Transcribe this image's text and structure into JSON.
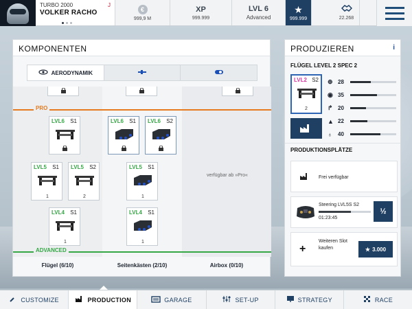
{
  "header": {
    "team": "TURBO 2000",
    "driver": "VOLKER RACHO",
    "money_symbol": "€",
    "money": "999,9 M",
    "xp_label": "XP",
    "xp": "999.999",
    "level": "LVL 6",
    "level_sub": "Advanced",
    "stars_symbol": "★",
    "stars": "999.999",
    "handshake": "22.268",
    "flag_mark": "J"
  },
  "komponenten": {
    "title": "KOMPONENTEN",
    "tabs": [
      {
        "label": "AERODYNAMIK",
        "icon": "eye-wing-icon"
      },
      {
        "label": "",
        "icon": "sidepod-icon"
      },
      {
        "label": "",
        "icon": "airbox-icon"
      }
    ],
    "section_pro": "PRO",
    "section_advanced": "ADVANCED",
    "availability_note": "verfügbar ab »Pro«",
    "cards": [
      {
        "level": "LVL6",
        "spec": "S1",
        "count": ""
      },
      {
        "level": "LVL6",
        "spec": "S1",
        "count": ""
      },
      {
        "level": "LVL6",
        "spec": "S2",
        "count": ""
      },
      {
        "level": "LVL5",
        "spec": "S1",
        "count": "1"
      },
      {
        "level": "LVL5",
        "spec": "S2",
        "count": "2"
      },
      {
        "level": "LVL5",
        "spec": "S1",
        "count": "1"
      },
      {
        "level": "LVL4",
        "spec": "S1",
        "count": "1"
      },
      {
        "level": "LVL4",
        "spec": "S1",
        "count": "1"
      }
    ],
    "footer": [
      "Flügel (6/10)",
      "Seitenkästen (2/10)",
      "Airbox (0/10)"
    ]
  },
  "produzieren": {
    "title": "PRODUZIEREN",
    "info": "i",
    "subtitle": "FLÜGEL LEVEL 2 SPEC 2",
    "card": {
      "level": "LVL2",
      "spec": "S2",
      "count": "2"
    },
    "stats": [
      {
        "icon": "speed-icon",
        "value": "28",
        "fill": 0.45
      },
      {
        "icon": "gauge-icon",
        "value": "35",
        "fill": 0.58
      },
      {
        "icon": "curve-icon",
        "value": "20",
        "fill": 0.35
      },
      {
        "icon": "weight-icon",
        "value": "22",
        "fill": 0.38
      },
      {
        "icon": "durability-icon",
        "value": "40",
        "fill": 0.65
      }
    ],
    "slots_title": "PRODUKTIONSPLÄTZE",
    "slot_free": "Frei verfügbar",
    "slot_busy_name": "Steering LVL5S S2",
    "slot_busy_time": "01:23:45",
    "slot_busy_progress": 0.62,
    "slot_busy_btn": "½",
    "slot_buy_label": "Weiteren Slot kaufen",
    "slot_buy_price": "3.000",
    "slot_buy_star": "★"
  },
  "nav": [
    {
      "label": "CUSTOMIZE",
      "icon": "wrench-icon"
    },
    {
      "label": "PRODUCTION",
      "icon": "factory-icon"
    },
    {
      "label": "GARAGE",
      "icon": "garage-icon"
    },
    {
      "label": "SET-UP",
      "icon": "sliders-icon"
    },
    {
      "label": "STRATEGY",
      "icon": "flag-board-icon"
    },
    {
      "label": "RACE",
      "icon": "checkered-flag-icon"
    }
  ]
}
